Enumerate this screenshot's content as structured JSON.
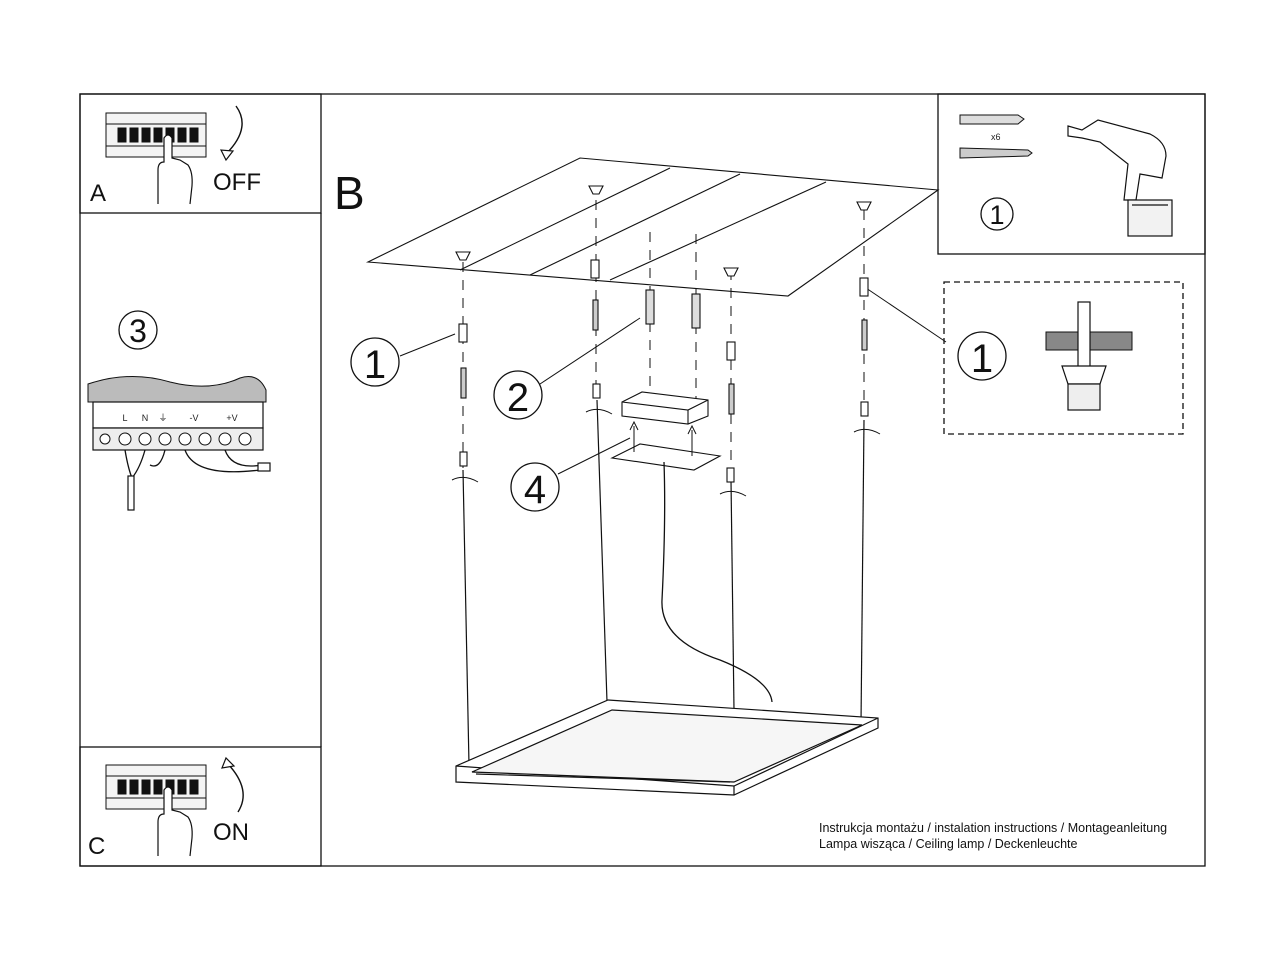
{
  "panels": {
    "a": {
      "letter": "A",
      "action": "OFF"
    },
    "b": {
      "letter": "B"
    },
    "c": {
      "letter": "C",
      "action": "ON"
    },
    "wiring": {
      "step": "3",
      "terminals": [
        "L",
        "N",
        "⏚",
        "-V",
        "+V"
      ]
    },
    "tools": {
      "step": "1",
      "quantity": "x6"
    },
    "detail": {
      "step": "1"
    }
  },
  "callouts": {
    "mount_left": "1",
    "screws": "2",
    "canopy": "4"
  },
  "caption": {
    "line1": "Instrukcja montażu / instalation instructions / Montageanleitung",
    "line2": "Lampa wisząca / Ceiling lamp / Deckenleuchte"
  }
}
